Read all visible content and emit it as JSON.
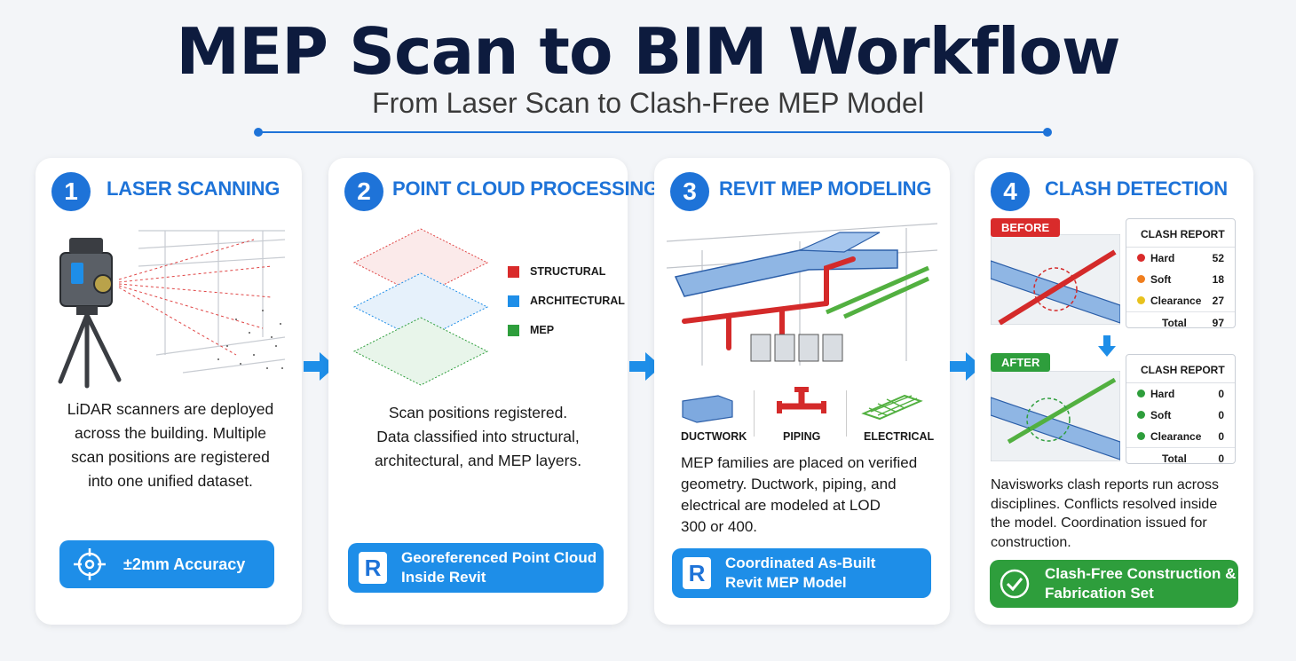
{
  "header": {
    "title": "MEP Scan to BIM Workflow",
    "subtitle": "From Laser Scan to Clash-Free MEP Model"
  },
  "steps": [
    {
      "number": "1",
      "title": "LASER SCANNING",
      "description": [
        "LiDAR scanners are deployed",
        "across the building. Multiple",
        "scan positions are registered",
        "into one unified dataset."
      ],
      "badge": "±2mm Accuracy",
      "badge_icon": "crosshair-icon"
    },
    {
      "number": "2",
      "title": "POINT CLOUD PROCESSING",
      "layers": [
        {
          "label": "STRUCTURAL",
          "color": "#d92b2b"
        },
        {
          "label": "ARCHITECTURAL",
          "color": "#1e8ee8"
        },
        {
          "label": "MEP",
          "color": "#2e9e3c"
        }
      ],
      "description": [
        "Scan positions registered.",
        "Data classified into structural,",
        "architectural, and MEP layers."
      ],
      "badge": [
        "Georeferenced Point Cloud",
        "Inside Revit"
      ],
      "badge_icon": "revit-logo-icon",
      "badge_logo": "R"
    },
    {
      "number": "3",
      "title": "REVIT MEP MODELING",
      "categories": [
        "DUCTWORK",
        "PIPING",
        "ELECTRICAL"
      ],
      "description": [
        "MEP families are placed on verified",
        "geometry. Ductwork, piping, and",
        "electrical are modeled at LOD",
        "300 or 400."
      ],
      "badge": [
        "Coordinated As-Built",
        "Revit MEP Model"
      ],
      "badge_icon": "revit-logo-icon",
      "badge_logo": "R"
    },
    {
      "number": "4",
      "title": "CLASH DETECTION",
      "before_tag": "BEFORE",
      "after_tag": "AFTER",
      "report_before": {
        "title": "CLASH REPORT",
        "rows": [
          {
            "label": "Hard",
            "value": "52",
            "color": "#d92b2b"
          },
          {
            "label": "Soft",
            "value": "18",
            "color": "#f07e1e"
          },
          {
            "label": "Clearance",
            "value": "27",
            "color": "#e8c21e"
          }
        ],
        "total_label": "Total",
        "total_value": "97"
      },
      "report_after": {
        "title": "CLASH REPORT",
        "rows": [
          {
            "label": "Hard",
            "value": "0",
            "color": "#2e9e3c"
          },
          {
            "label": "Soft",
            "value": "0",
            "color": "#2e9e3c"
          },
          {
            "label": "Clearance",
            "value": "0",
            "color": "#2e9e3c"
          }
        ],
        "total_label": "Total",
        "total_value": "0"
      },
      "description": [
        "Navisworks clash reports run across",
        "disciplines. Conflicts resolved inside",
        "the model. Coordination issued for",
        "construction."
      ],
      "badge": [
        "Clash-Free Construction &",
        "Fabrication Set"
      ],
      "badge_icon": "check-circle-icon"
    }
  ],
  "colors": {
    "accent": "#1e73d8",
    "badge_blue": "#1e8ee8",
    "badge_green": "#2e9e3c",
    "clash_red": "#d92b2b"
  }
}
